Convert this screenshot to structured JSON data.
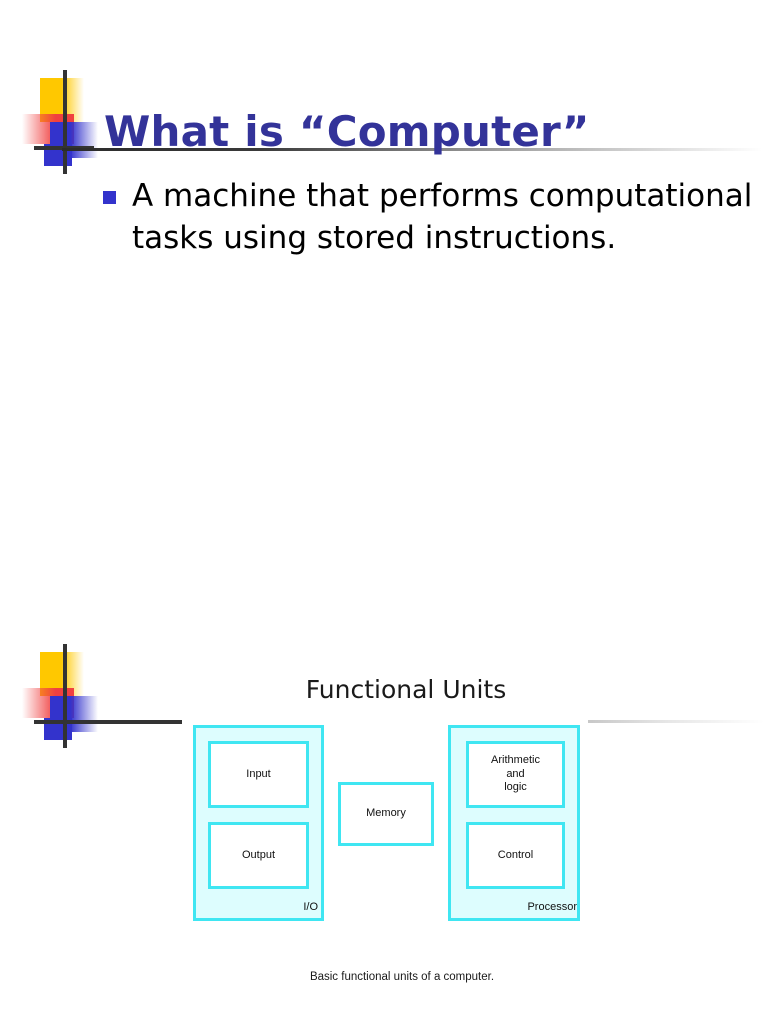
{
  "slide": {
    "title": "What is “Computer”",
    "bullets": [
      "A machine that performs computational tasks using stored instructions."
    ],
    "section_heading": "Functional Units",
    "caption": "Basic functional units of a computer."
  },
  "diagram": {
    "groups": [
      {
        "id": "io",
        "label": "I/O",
        "boxes": [
          "Input",
          "Output"
        ]
      },
      {
        "id": "processor",
        "label": "Processor",
        "boxes": [
          "Arithmetic\nand\nlogic",
          "Control"
        ]
      }
    ],
    "standalone_boxes": [
      {
        "id": "memory",
        "label": "Memory"
      }
    ],
    "box_labels": {
      "input": "Input",
      "output": "Output",
      "memory": "Memory",
      "alu_line1": "Arithmetic",
      "alu_line2": "and",
      "alu_line3": "logic",
      "control": "Control"
    },
    "group_labels": {
      "io": "I/O",
      "processor": "Processor"
    }
  },
  "colors": {
    "title_text": "#333399",
    "bullet_marker": "#3333cc",
    "body_text": "#000000",
    "box_border": "#3fe6f2",
    "group_fill": "#ddfdfe",
    "box_fill": "#ffffff",
    "rule": "#333333",
    "deco_yellow": "#ffc800",
    "deco_red": "#f04040",
    "deco_blue": "#3333cc",
    "background": "#ffffff"
  }
}
